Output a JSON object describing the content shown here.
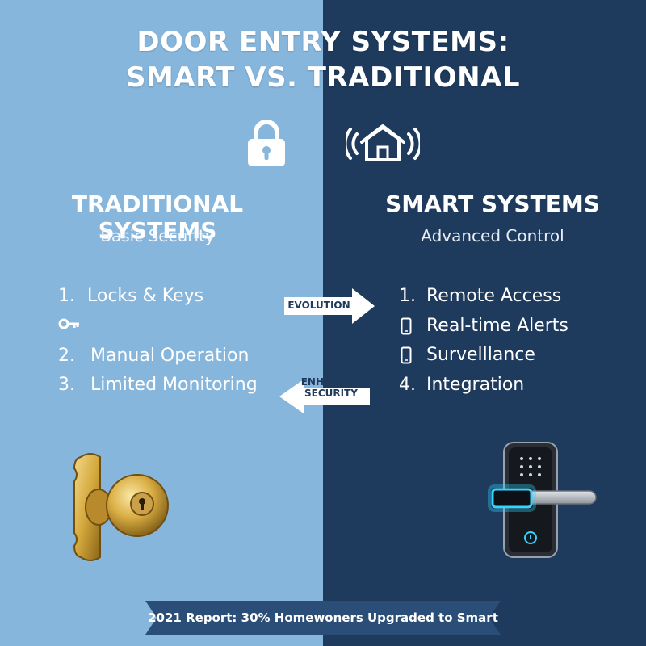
{
  "title": {
    "line1": "DOOR ENTRY SYSTEMS:",
    "line2": "SMART VS. TRADITIONAL"
  },
  "colors": {
    "left_bg": "#87b6dc",
    "right_bg": "#1e3a5c",
    "banner_bg": "#2a4e78"
  },
  "icons": {
    "left_top": "padlock-icon",
    "right_top": "smart-home-icon",
    "key": "key-icon",
    "phone": "phone-icon",
    "left_illustration": "door-knob-illustration",
    "right_illustration": "smart-lock-illustration"
  },
  "traditional": {
    "title": "TRADITIONAL SYSTEMS",
    "subtitle": "Basic Security",
    "items": [
      {
        "num": "1.",
        "label": "Locks & Keys"
      },
      {
        "num": "2.",
        "label": "Manual Operation"
      },
      {
        "num": "3.",
        "label": "Limited Monitoring"
      }
    ]
  },
  "smart": {
    "title": "SMART SYSTEMS",
    "subtitle": "Advanced Control",
    "items": [
      {
        "num": "1.",
        "label": "Remote Access"
      },
      {
        "num": "",
        "label": "Real-time Alerts"
      },
      {
        "num": "",
        "label": "Survelllance"
      },
      {
        "num": "4.",
        "label": "Integration"
      }
    ]
  },
  "arrows": {
    "right_label": "EVOLUTION",
    "left_label_line1": "ENHANCED",
    "left_label_line2": "SECURITY"
  },
  "banner": {
    "text": "2021 Report: 30% Homewoners Upgraded to Smart"
  }
}
